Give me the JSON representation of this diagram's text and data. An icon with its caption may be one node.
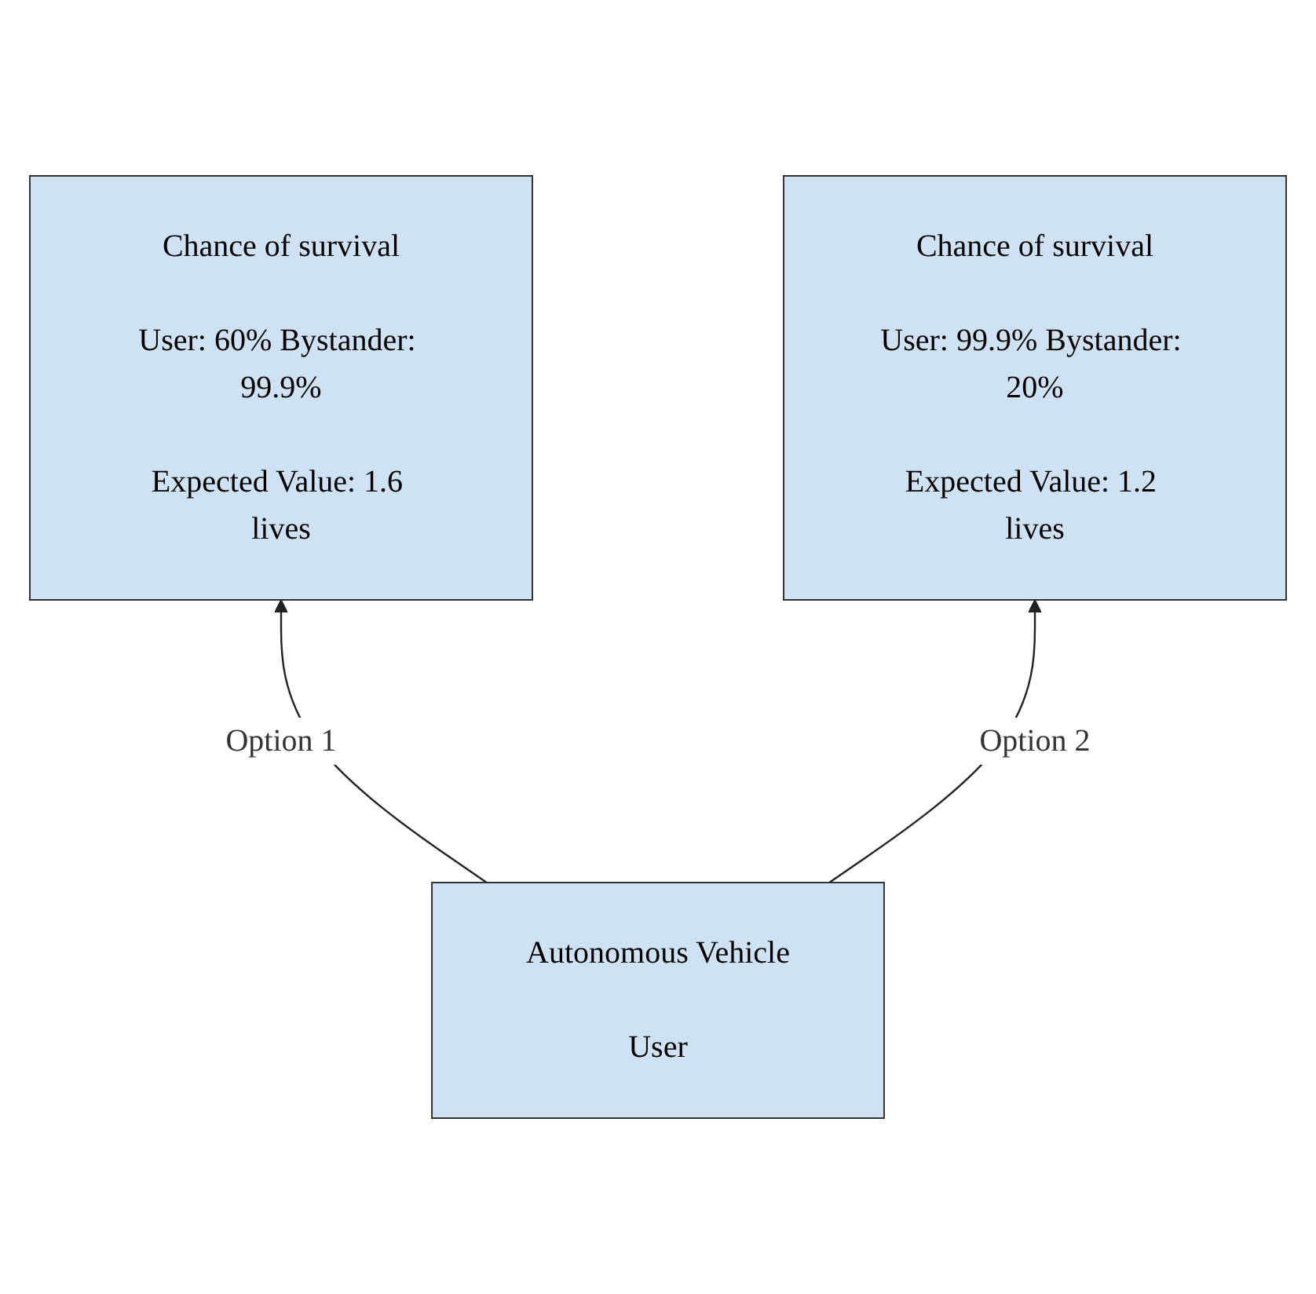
{
  "diagram": {
    "nodes": [
      {
        "text": [
          "Chance of survival",
          "User: 60% Bystander: 99.9%",
          "Expected Value: 1.6 lives"
        ]
      },
      {
        "text": [
          "Chance of survival",
          "User: 99.9% Bystander: 20%",
          "Expected Value: 1.2 lives"
        ]
      },
      {
        "text": [
          "Autonomous Vehicle",
          "User"
        ]
      }
    ],
    "edges": [
      {
        "from": 2,
        "to": 0,
        "arrow": "to",
        "label": "Option 1"
      },
      {
        "from": 2,
        "to": 1,
        "arrow": "to",
        "label": "Option 2"
      }
    ]
  }
}
